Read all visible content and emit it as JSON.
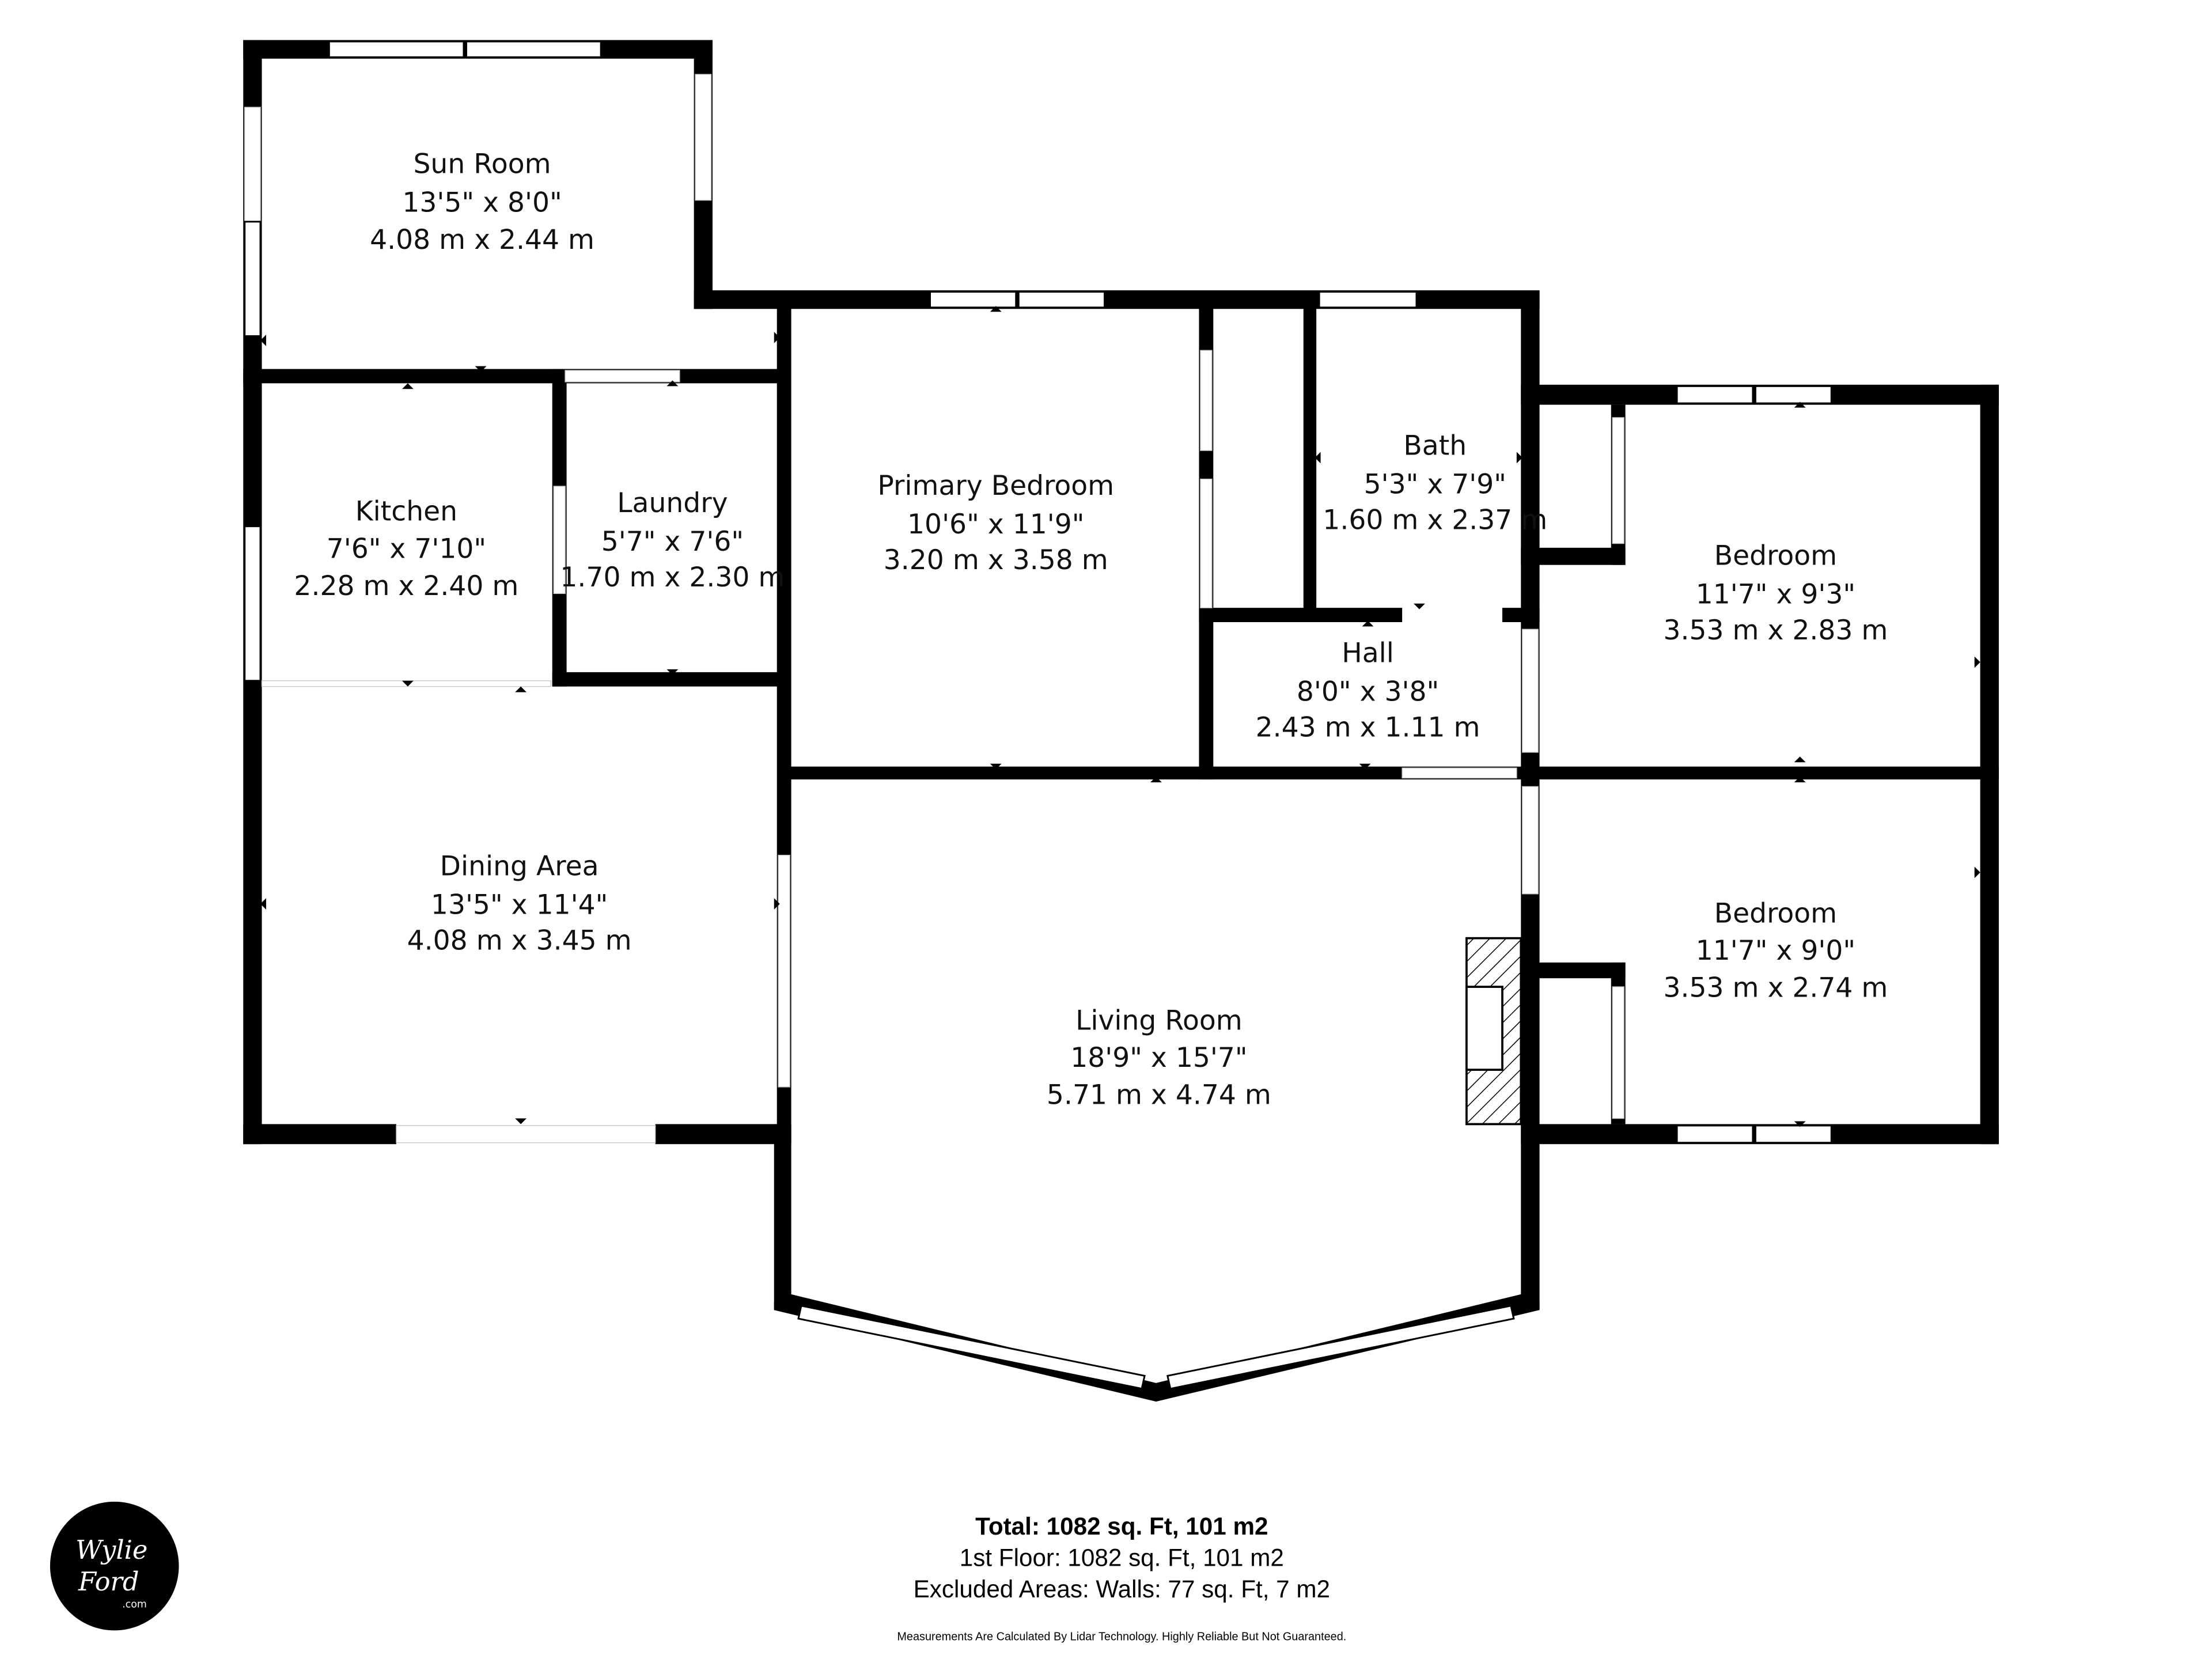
{
  "rooms": [
    {
      "name": "Sun Room",
      "imperial": "13'5\" x 8'0\"",
      "metric": "4.08 m x 2.44 m"
    },
    {
      "name": "Kitchen",
      "imperial": "7'6\" x 7'10\"",
      "metric": "2.28 m x 2.40 m"
    },
    {
      "name": "Laundry",
      "imperial": "5'7\" x 7'6\"",
      "metric": "1.70 m x 2.30 m"
    },
    {
      "name": "Primary Bedroom",
      "imperial": "10'6\" x 11'9\"",
      "metric": "3.20 m x 3.58 m"
    },
    {
      "name": "Bath",
      "imperial": "5'3\" x 7'9\"",
      "metric": "1.60 m x 2.37 m"
    },
    {
      "name": "Hall",
      "imperial": "8'0\" x 3'8\"",
      "metric": "2.43 m x 1.11 m"
    },
    {
      "name": "Bedroom",
      "imperial": "11'7\" x 9'3\"",
      "metric": "3.53 m x 2.83 m"
    },
    {
      "name": "Dining Area",
      "imperial": "13'5\" x 11'4\"",
      "metric": "4.08 m x 3.45 m"
    },
    {
      "name": "Living Room",
      "imperial": "18'9\" x 15'7\"",
      "metric": "5.71 m x 4.74 m"
    },
    {
      "name": "Bedroom",
      "imperial": "11'7\" x 9'0\"",
      "metric": "3.53 m x 2.74 m"
    }
  ],
  "summary": {
    "total": "Total: 1082 sq. Ft, 101 m2",
    "floor": "1st Floor: 1082 sq. Ft, 101 m2",
    "excluded": "Excluded Areas: Walls: 77 sq. Ft, 7 m2",
    "disclaimer": "Measurements Are Calculated By Lidar Technology. Highly Reliable But Not Guaranteed."
  },
  "logo": {
    "text": "Wylie Ford .com"
  }
}
